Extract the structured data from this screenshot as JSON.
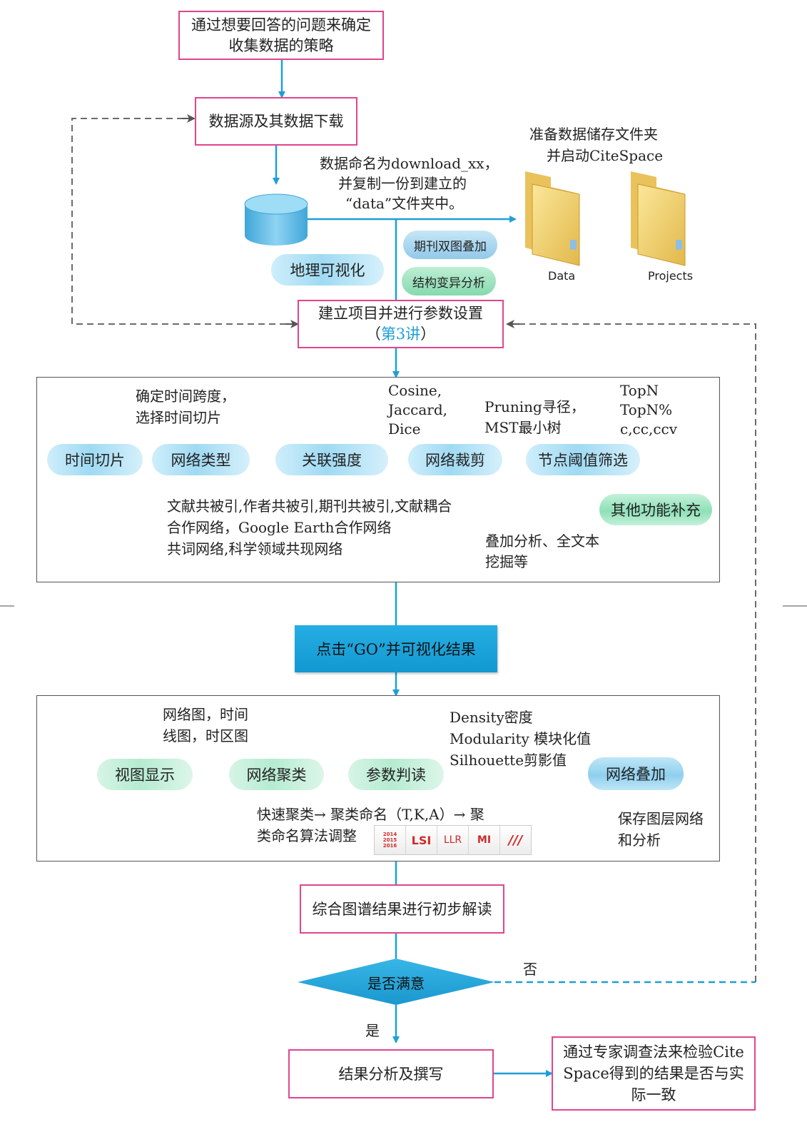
{
  "steps": {
    "strategy": [
      "通过想要回答的问题来确定",
      "收集数据的策略"
    ],
    "download": "数据源及其数据下载",
    "project_setup": "建立项目并进行参数设置",
    "lecture_ref": "第3讲",
    "go": "点击“GO”并可视化结果",
    "interpret": "综合图谱结果进行初步解读",
    "satisfied": "是否满意",
    "no": "否",
    "yes": "是",
    "write": "结果分析及撰写",
    "expert": [
      "通过专家调查法来检验Cite",
      "Space得到的结果是否与实",
      "际一致"
    ]
  },
  "data_prep": {
    "naming": [
      "数据命名为download_xx，",
      "并复制一份到建立的",
      "“data”文件夹中。"
    ],
    "folders_title": [
      "准备数据储存文件夹",
      "并启动CiteSpace"
    ],
    "folders": [
      "Data",
      "Projects"
    ],
    "geo": "地理可视化",
    "journal_overlay": "期刊双图叠加",
    "structural": "结构变异分析"
  },
  "params": {
    "pills": [
      "时间切片",
      "网络类型",
      "关联强度",
      "网络裁剪",
      "节点阈值筛选",
      "其他功能补充"
    ],
    "time_note": [
      "确定时间跨度，",
      "选择时间切片"
    ],
    "strength_note": [
      "Cosine,",
      "Jaccard,",
      "Dice"
    ],
    "pruning_note": [
      "Pruning寻径，",
      "MST最小树"
    ],
    "threshold_note": [
      "TopN",
      "TopN%",
      "c,cc,ccv"
    ],
    "network_note": [
      "文献共被引,作者共被引,期刊共被引,文献耦合",
      "合作网络，Google Earth合作网络",
      "共词网络,科学领域共现网络"
    ],
    "other_note": [
      "叠加分析、全文本",
      "挖掘等"
    ]
  },
  "results": {
    "pills": [
      "视图显示",
      "网络聚类",
      "参数判读",
      "网络叠加"
    ],
    "view_note": [
      "网络图，时间",
      "线图，时区图"
    ],
    "param_note": [
      "Density密度",
      "Modularity 模块化值",
      "Silhouette剪影值"
    ],
    "cluster_note": [
      "快速聚类→ 聚类命名（T,K,A）→ 聚",
      "类命名算法调整"
    ],
    "overlay_note": [
      "保存图层网络",
      "和分析"
    ],
    "algorithms": [
      "2014 2015 2016",
      "LSI",
      "LLR",
      "MI",
      "///"
    ]
  }
}
